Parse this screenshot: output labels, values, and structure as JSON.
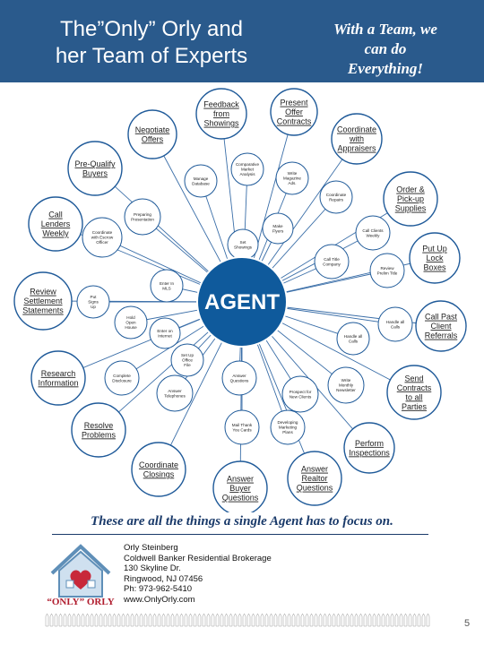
{
  "banner": {
    "title_line1": "The”Only” Orly and",
    "title_line2": "her Team of Experts",
    "slogan_line1": "With a Team, we",
    "slogan_line2": "can do",
    "slogan_line3": "Everything!"
  },
  "diagram": {
    "center_label": "AGENT",
    "outer_nodes": [
      {
        "id": "feedback-from-showings",
        "lines": [
          "Feedback",
          "from",
          "Showings"
        ]
      },
      {
        "id": "present-offer-contracts",
        "lines": [
          "Present",
          "Offer",
          "Contracts"
        ]
      },
      {
        "id": "negotiate-offers",
        "lines": [
          "Negotiate",
          "Offers"
        ]
      },
      {
        "id": "coordinate-with-appraisers",
        "lines": [
          "Coordinate",
          "with",
          "Appraisers"
        ]
      },
      {
        "id": "pre-qualify-buyers",
        "lines": [
          "Pre-Qualify",
          "Buyers"
        ]
      },
      {
        "id": "order-pickup-supplies",
        "lines": [
          "Order &",
          "Pick-up",
          "Supplies"
        ]
      },
      {
        "id": "call-lenders-weekly",
        "lines": [
          "Call",
          "Lenders",
          "Weekly"
        ]
      },
      {
        "id": "put-up-lock-boxes",
        "lines": [
          "Put Up",
          "Lock",
          "Boxes"
        ]
      },
      {
        "id": "review-settlement-statements",
        "lines": [
          "Review",
          "Settlement",
          "Statements"
        ]
      },
      {
        "id": "call-past-client-referrals",
        "lines": [
          "Call Past",
          "Client",
          "Referrals"
        ]
      },
      {
        "id": "research-information",
        "lines": [
          "Research",
          "Information"
        ]
      },
      {
        "id": "send-contracts-to-all-parties",
        "lines": [
          "Send",
          "Contracts",
          "to all",
          "Parties"
        ]
      },
      {
        "id": "resolve-problems",
        "lines": [
          "Resolve",
          "Problems"
        ]
      },
      {
        "id": "perform-inspections",
        "lines": [
          "Perform",
          "Inspections"
        ]
      },
      {
        "id": "coordinate-closings",
        "lines": [
          "Coordinate",
          "Closings"
        ]
      },
      {
        "id": "answer-buyer-questions",
        "lines": [
          "Answer",
          "Buyer",
          "Questions"
        ]
      },
      {
        "id": "answer-realtor-questions",
        "lines": [
          "Answer",
          "Realtor",
          "Questions"
        ]
      }
    ],
    "inner_nodes": [
      {
        "id": "comparative-market-analysis",
        "lines": [
          "Comparative",
          "Market",
          "Analysis"
        ]
      },
      {
        "id": "write-magazine-ads",
        "lines": [
          "Write",
          "Magazine",
          "Ads."
        ]
      },
      {
        "id": "manage-database",
        "lines": [
          "Manage",
          "Database"
        ]
      },
      {
        "id": "coordinate-repairs",
        "lines": [
          "Coordinate",
          "Repairs"
        ]
      },
      {
        "id": "preparing-presentation",
        "lines": [
          "Preparing",
          "Presentation"
        ]
      },
      {
        "id": "coordinate-with-escrow-officer",
        "lines": [
          "Coordinate",
          "with Escrow",
          "Officer"
        ]
      },
      {
        "id": "make-flyers",
        "lines": [
          "Make",
          "Flyers"
        ]
      },
      {
        "id": "call-clients-weekly",
        "lines": [
          "Call Clients",
          "Weekly"
        ]
      },
      {
        "id": "set-showings",
        "lines": [
          "Set",
          "Showings"
        ]
      },
      {
        "id": "call-title-company",
        "lines": [
          "Call Title",
          "Company"
        ]
      },
      {
        "id": "review-prelim-title",
        "lines": [
          "Review",
          "Prelim Title"
        ]
      },
      {
        "id": "enter-in-mls",
        "lines": [
          "Enter In",
          "MLS"
        ]
      },
      {
        "id": "put-signs-up",
        "lines": [
          "Put",
          "Signs",
          "Up"
        ]
      },
      {
        "id": "hold-open-house",
        "lines": [
          "Hold",
          "Open",
          "House"
        ]
      },
      {
        "id": "enter-on-internet",
        "lines": [
          "Enter on",
          "Internet"
        ]
      },
      {
        "id": "handle-all-calls",
        "lines": [
          "Handle all",
          "Calls"
        ]
      },
      {
        "id": "handle-all-calls-2",
        "lines": [
          "Handle all",
          "Calls"
        ]
      },
      {
        "id": "set-up-office-file",
        "lines": [
          "Set Up",
          "Office",
          "File"
        ]
      },
      {
        "id": "complete-disclosure",
        "lines": [
          "Complete",
          "Disclosure"
        ]
      },
      {
        "id": "answer-questions",
        "lines": [
          "Answer",
          "Questions"
        ]
      },
      {
        "id": "write-monthly-newsletter",
        "lines": [
          "Write",
          "Monthly",
          "Newsletter"
        ]
      },
      {
        "id": "prospect-for-new-clients",
        "lines": [
          "Prospect for",
          "New Clients"
        ]
      },
      {
        "id": "answer-telephones",
        "lines": [
          "Answer",
          "Telephones"
        ]
      },
      {
        "id": "mail-thank-you-cards",
        "lines": [
          "Mail Thank",
          "You Cards"
        ]
      },
      {
        "id": "developing-marketing-plans",
        "lines": [
          "Developing",
          "Marketing",
          "Plans"
        ]
      }
    ]
  },
  "footer": {
    "caption": "These are all the things a single Agent has to focus on.",
    "logo_text": "“ONLY” ORLY",
    "contact": {
      "name": "Orly Steinberg",
      "company": "Coldwell Banker Residential Brokerage",
      "address1": "130 Skyline Dr.",
      "address2": "Ringwood, NJ 07456",
      "phone": "Ph: 973-962-5410",
      "website": "www.OnlyOrly.com"
    },
    "page_number": "5"
  },
  "colors": {
    "banner": "#2a5a8c",
    "ring": "#1f5a99",
    "center": "#0f5a9c",
    "line": "#3a6ea8"
  }
}
